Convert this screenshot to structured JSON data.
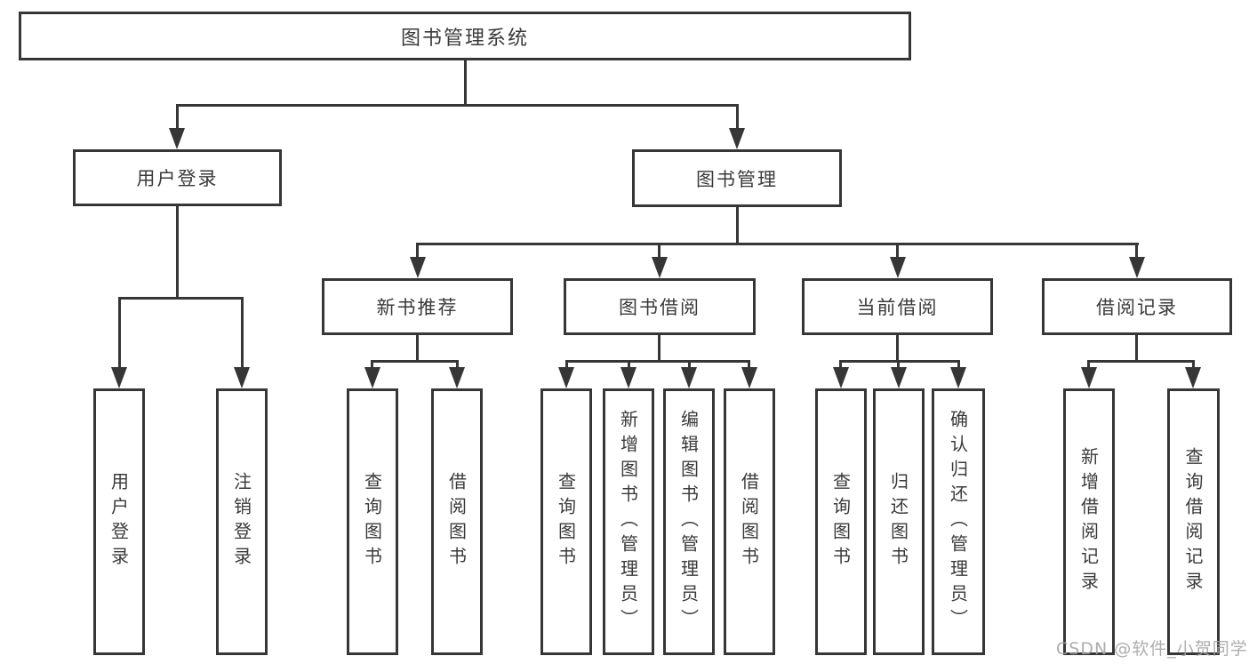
{
  "diagram": {
    "watermark": "CSDN @软件_小贺同学",
    "colors": {
      "line": "#363636",
      "border": "#363636",
      "text": "#3a3a3a",
      "background": "#ffffff",
      "watermark_text": "#a5a5a5"
    },
    "root": {
      "label": "图书管理系统"
    },
    "branches": [
      {
        "label": "用户登录",
        "children": [
          {
            "label": "用户登录"
          },
          {
            "label": "注销登录"
          }
        ]
      },
      {
        "label": "图书管理",
        "children": [
          {
            "label": "新书推荐",
            "children": [
              {
                "label": "查询图书"
              },
              {
                "label": "借阅图书"
              }
            ]
          },
          {
            "label": "图书借阅",
            "children": [
              {
                "label": "查询图书"
              },
              {
                "label": "新增图书（管理员）"
              },
              {
                "label": "编辑图书（管理员）"
              },
              {
                "label": "借阅图书"
              }
            ]
          },
          {
            "label": "当前借阅",
            "children": [
              {
                "label": "查询图书"
              },
              {
                "label": "归还图书"
              },
              {
                "label": "确认归还（管理员）"
              }
            ]
          },
          {
            "label": "借阅记录",
            "children": [
              {
                "label": "新增借阅记录"
              },
              {
                "label": "查询借阅记录"
              }
            ]
          }
        ]
      }
    ]
  }
}
